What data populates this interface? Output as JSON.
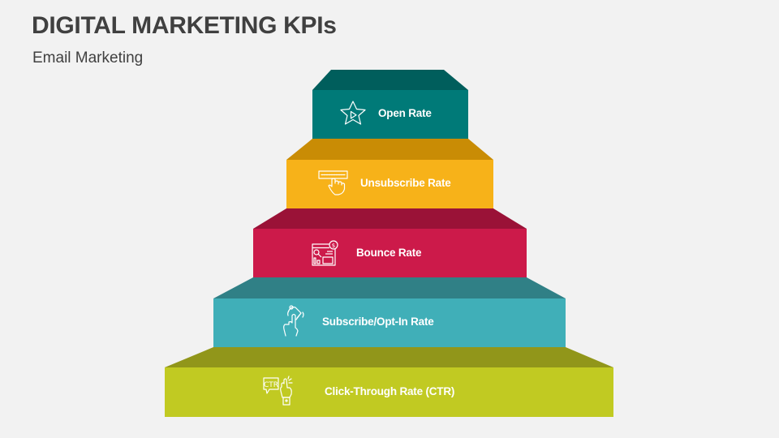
{
  "header": {
    "title": "DIGITAL MARKETING KPIs",
    "subtitle": "Email Marketing"
  },
  "steps": [
    {
      "label": "Open Rate",
      "icon": "star-play-icon",
      "front_color": "#007a78",
      "top_color": "#005e5c"
    },
    {
      "label": "Unsubscribe Rate",
      "icon": "unsubscribe-click-icon",
      "front_color": "#f7b219",
      "top_color": "#c98c05"
    },
    {
      "label": "Bounce Rate",
      "icon": "bounce-analytics-icon",
      "front_color": "#cc1a4a",
      "top_color": "#9a1237"
    },
    {
      "label": "Subscribe/Opt-In Rate",
      "icon": "bell-tap-icon",
      "front_color": "#40afb8",
      "top_color": "#308086"
    },
    {
      "label": "Click-Through Rate (CTR)",
      "icon": "ctr-click-icon",
      "front_color": "#c1ca22",
      "top_color": "#91961a"
    }
  ]
}
